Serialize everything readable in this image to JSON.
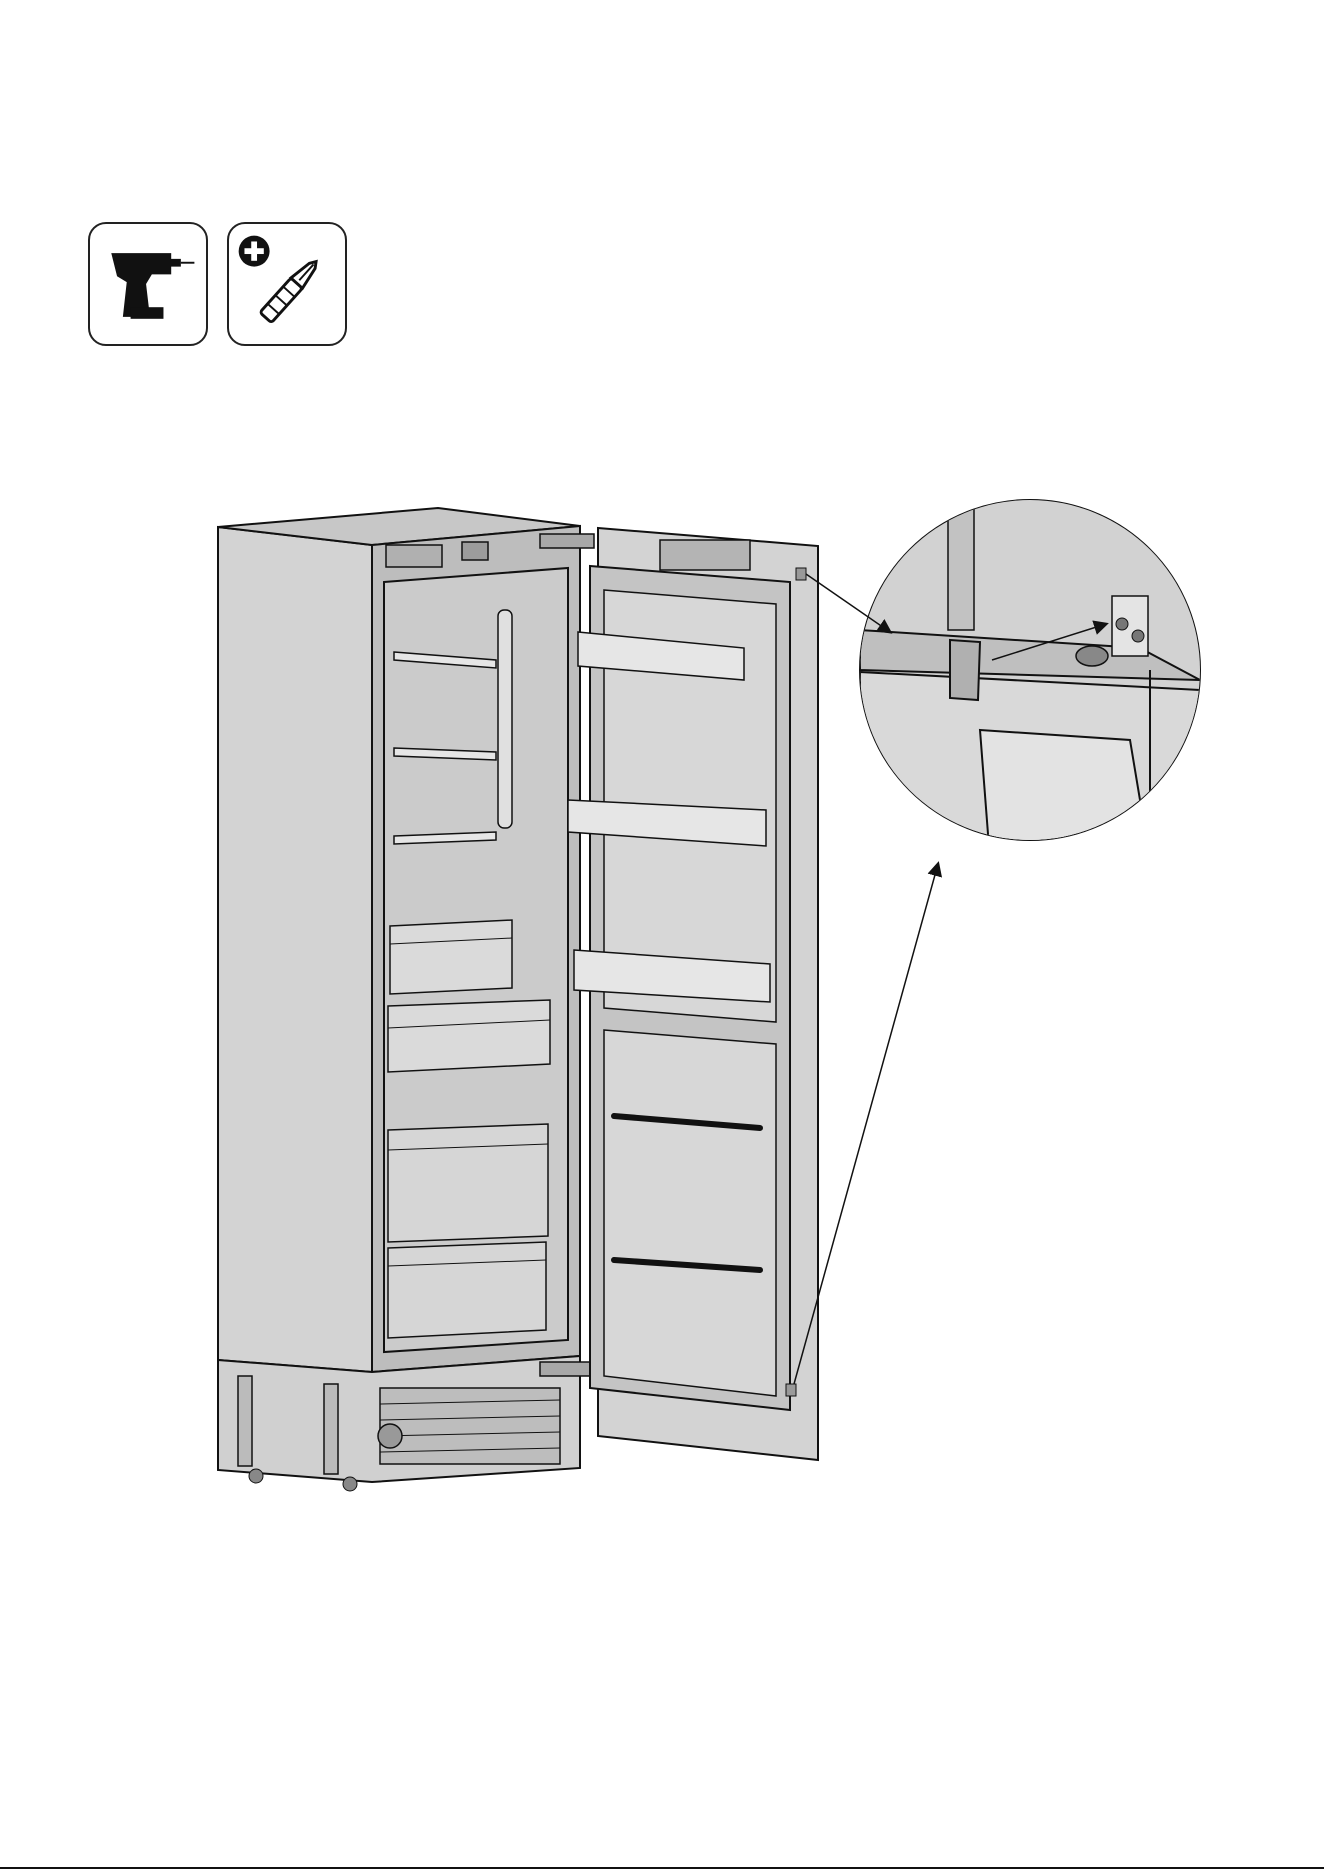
{
  "tools": [
    {
      "name": "cordless-drill",
      "icon": "drill-icon"
    },
    {
      "name": "phillips-bit",
      "icon": "phillips-screwdriver-bit-icon"
    }
  ],
  "illustration": {
    "subject": "built-in-refrigerator-door-open",
    "callouts": [
      "top-hinge-detail-zoom"
    ]
  },
  "colors": {
    "line": "#111111",
    "panel": "#d3d3d3",
    "panel_dark": "#b9b9b9",
    "interior": "#cfcfcf"
  }
}
